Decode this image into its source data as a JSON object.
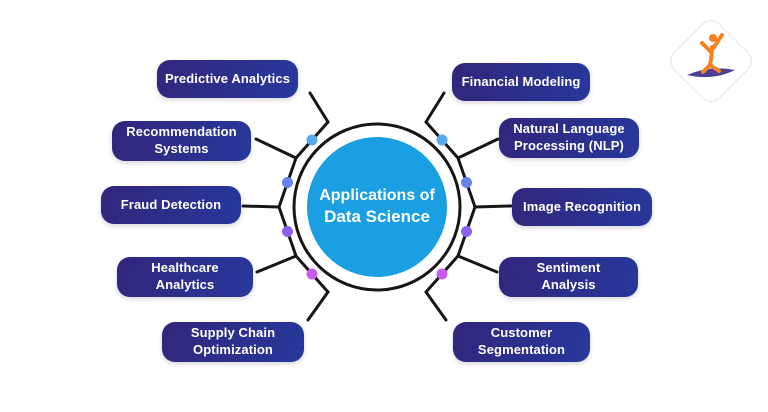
{
  "diagram_title": {
    "line1": "Applications of",
    "line2": "Data Science"
  },
  "nodes": [
    {
      "id": "predictive-analytics",
      "label": "Predictive Analytics"
    },
    {
      "id": "recommendation-systems",
      "label": "Recommendation\nSystems"
    },
    {
      "id": "fraud-detection",
      "label": "Fraud Detection"
    },
    {
      "id": "healthcare-analytics",
      "label": "Healthcare\nAnalytics"
    },
    {
      "id": "supply-chain-optimization",
      "label": "Supply Chain\nOptimization"
    },
    {
      "id": "financial-modeling",
      "label": "Financial Modeling"
    },
    {
      "id": "natural-language-processing",
      "label": "Natural Language\nProcessing (NLP)"
    },
    {
      "id": "image-recognition",
      "label": "Image Recognition"
    },
    {
      "id": "sentiment-analysis",
      "label": "Sentiment\nAnalysis"
    },
    {
      "id": "customer-segmentation",
      "label": "Customer\nSegmentation"
    }
  ],
  "colors": {
    "center_circle": "#1A9FE2",
    "line_stroke": "#161616",
    "pill_gradient": [
      "#32267C",
      "#27389B"
    ],
    "dots": [
      "#55ABEE",
      "#6483EF",
      "#8E62F1",
      "#C45CEF"
    ],
    "logo_figure": "#F5821F",
    "logo_swoosh": "#4D3E96"
  }
}
